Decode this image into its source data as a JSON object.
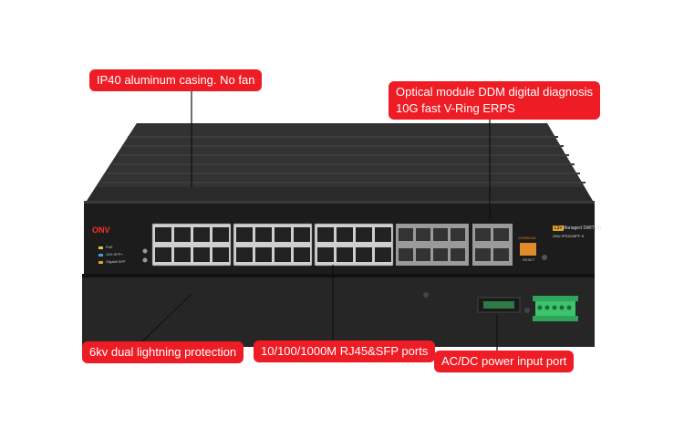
{
  "callouts": {
    "casing": "IP40 aluminum casing. No fan",
    "ddm_line1": "Optical module DDM digital diagnosis",
    "ddm_line2": "10G fast V-Ring ERPS",
    "lightning": "6kv dual lightning protection",
    "ports": "10/100/1000M RJ45&SFP ports",
    "power": "AC/DC power input port"
  },
  "device": {
    "brand": "ONV",
    "badge": "L2+",
    "model_line1": "Managed SWITCH",
    "model_line2": "ONV-IPS3228PF-S",
    "console_label": "CONSOLE",
    "reset_label": "RESET",
    "led_labels": [
      "PoE",
      "10G SFP+",
      "Gigabit SFP"
    ]
  },
  "colors": {
    "callout_red": "#ee1c24",
    "chassis": "#2b2b2b",
    "front_panel": "#1a1a1a",
    "terminal_green": "#3cc36b"
  }
}
